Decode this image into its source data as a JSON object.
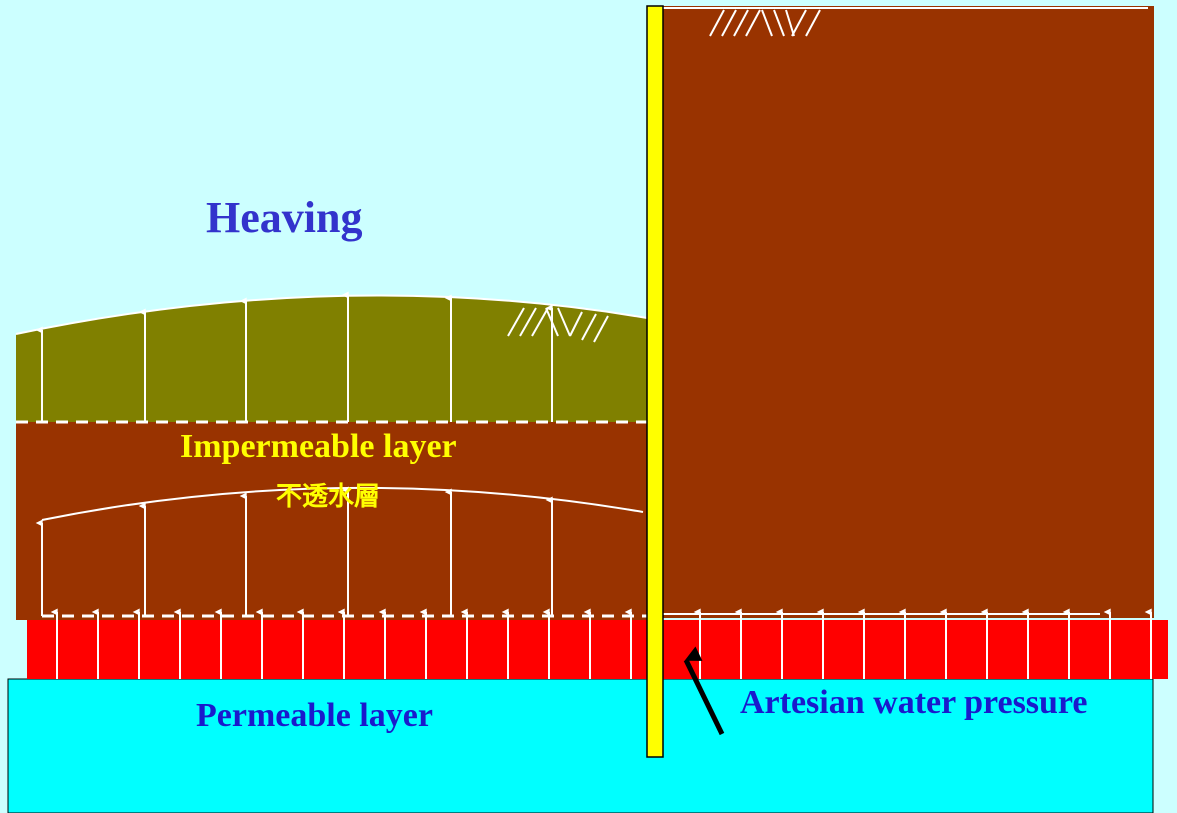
{
  "diagram": {
    "title": "Heaving",
    "impermeable_label": "Impermeable layer",
    "impermeable_label_zh": "不透水層",
    "permeable_label": "Permeable layer",
    "artesian_label": "Artesian water pressure",
    "colors": {
      "background": "#ccffff",
      "clay": "#993300",
      "heaved_layer": "#808000",
      "permeable_layer": "#00ffff",
      "pressure_band": "#ff0000",
      "wall": "#ffff00",
      "label_blue": "#3333cc",
      "label_yellow": "#ffff00",
      "arrow": "#ffffff"
    }
  }
}
